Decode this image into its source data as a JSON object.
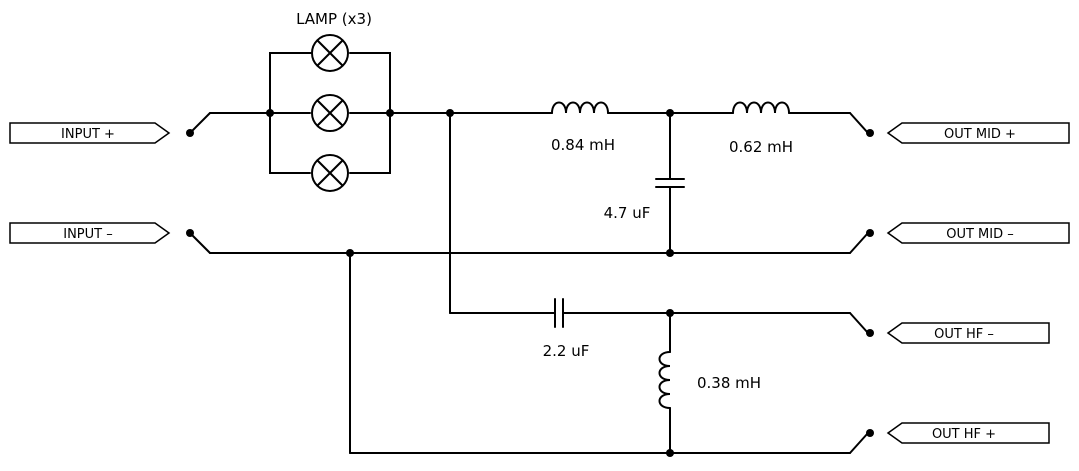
{
  "lamp_label": "LAMP (x3)",
  "ports": {
    "input_plus": "INPUT +",
    "input_minus": "INPUT –",
    "out_mid_plus": "OUT MID +",
    "out_mid_minus": "OUT MID –",
    "out_hf_minus": "OUT HF –",
    "out_hf_plus": "OUT HF +"
  },
  "components": {
    "inductor_1": "0.84  mH",
    "inductor_2": "0.62  mH",
    "capacitor_mid": "4.7  uF",
    "capacitor_hf": "2.2  uF",
    "inductor_hf": "0.38  mH"
  }
}
